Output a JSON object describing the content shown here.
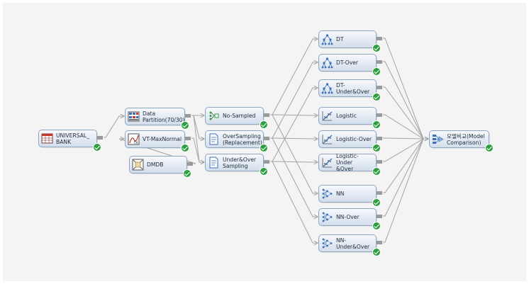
{
  "nodes": {
    "universal_bank": {
      "label": "UNIVERSAL_\nBANK",
      "icon": "data-table-icon"
    },
    "data_partition": {
      "label": "Data\nPartition(70/30)",
      "icon": "partition-icon"
    },
    "vt_maxnormal": {
      "label": "VT-MaxNormal",
      "icon": "variable-transform-icon"
    },
    "dmdb": {
      "label": "DMDB",
      "icon": "dmdb-icon"
    },
    "no_sampled": {
      "label": "No-Sampled",
      "icon": "sample-icon"
    },
    "oversampling": {
      "label": "OverSampling\n(Replacement)",
      "icon": "sampling-code-icon"
    },
    "under_over_sampling": {
      "label": "Under&Over\nSampling",
      "icon": "sampling-code-icon"
    },
    "dt": {
      "label": "DT",
      "icon": "decision-tree-icon"
    },
    "dt_over": {
      "label": "DT-Over",
      "icon": "decision-tree-icon"
    },
    "dt_under_over": {
      "label": "DT-Under&Over",
      "icon": "decision-tree-icon"
    },
    "logistic": {
      "label": "Logistic",
      "icon": "regression-icon"
    },
    "logistic_over": {
      "label": "Logistic-Over",
      "icon": "regression-icon"
    },
    "logistic_under_over": {
      "label": "Logistic-Under\n&Over",
      "icon": "regression-icon"
    },
    "nn": {
      "label": "NN",
      "icon": "neural-network-icon"
    },
    "nn_over": {
      "label": "NN-Over",
      "icon": "neural-network-icon"
    },
    "nn_under_over": {
      "label": "NN-Under&Over",
      "icon": "neural-network-icon"
    },
    "model_comparison": {
      "label": "모델비교(Model\nComparison)",
      "icon": "model-comparison-icon"
    }
  },
  "colors": {
    "link": "#a3a3a3",
    "status_ok": "#2e9e3e",
    "node_border": "#8fa4bf"
  }
}
